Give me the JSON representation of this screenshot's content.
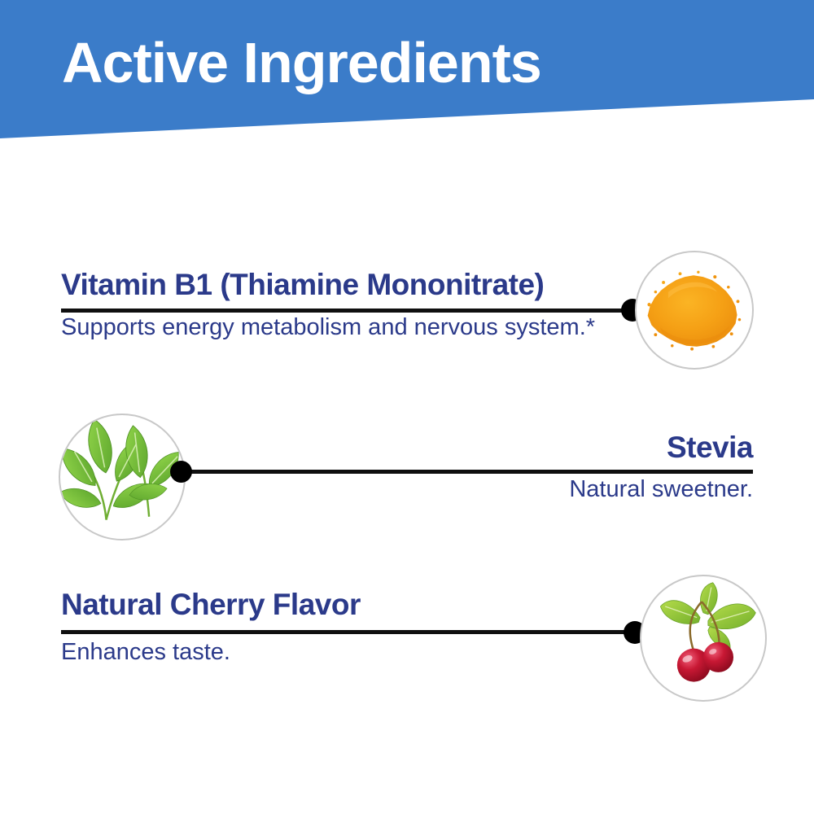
{
  "header": {
    "title": "Active Ingredients",
    "banner_color": "#3b7cc9",
    "title_color": "#ffffff"
  },
  "ingredients": [
    {
      "name": "Vitamin B1 (Thiamine Mononitrate)",
      "description": "Supports energy metabolism and nervous system.*",
      "image": "turmeric-powder-pile",
      "image_side": "right",
      "text_align": "left"
    },
    {
      "name": "Stevia",
      "description": "Natural sweetner.",
      "image": "stevia-leaves",
      "image_side": "left",
      "text_align": "right"
    },
    {
      "name": "Natural Cherry Flavor",
      "description": "Enhances taste.",
      "image": "cherries-with-leaves",
      "image_side": "right",
      "text_align": "left"
    }
  ],
  "colors": {
    "banner_blue": "#3b7cc9",
    "text_navy": "#2b3a8a",
    "connector_black": "#0f0f0f",
    "circle_border_gray": "#c8c8c8",
    "turmeric_orange": "#f5a11d",
    "stevia_green": "#7cc83e",
    "cherry_red": "#c41334"
  }
}
